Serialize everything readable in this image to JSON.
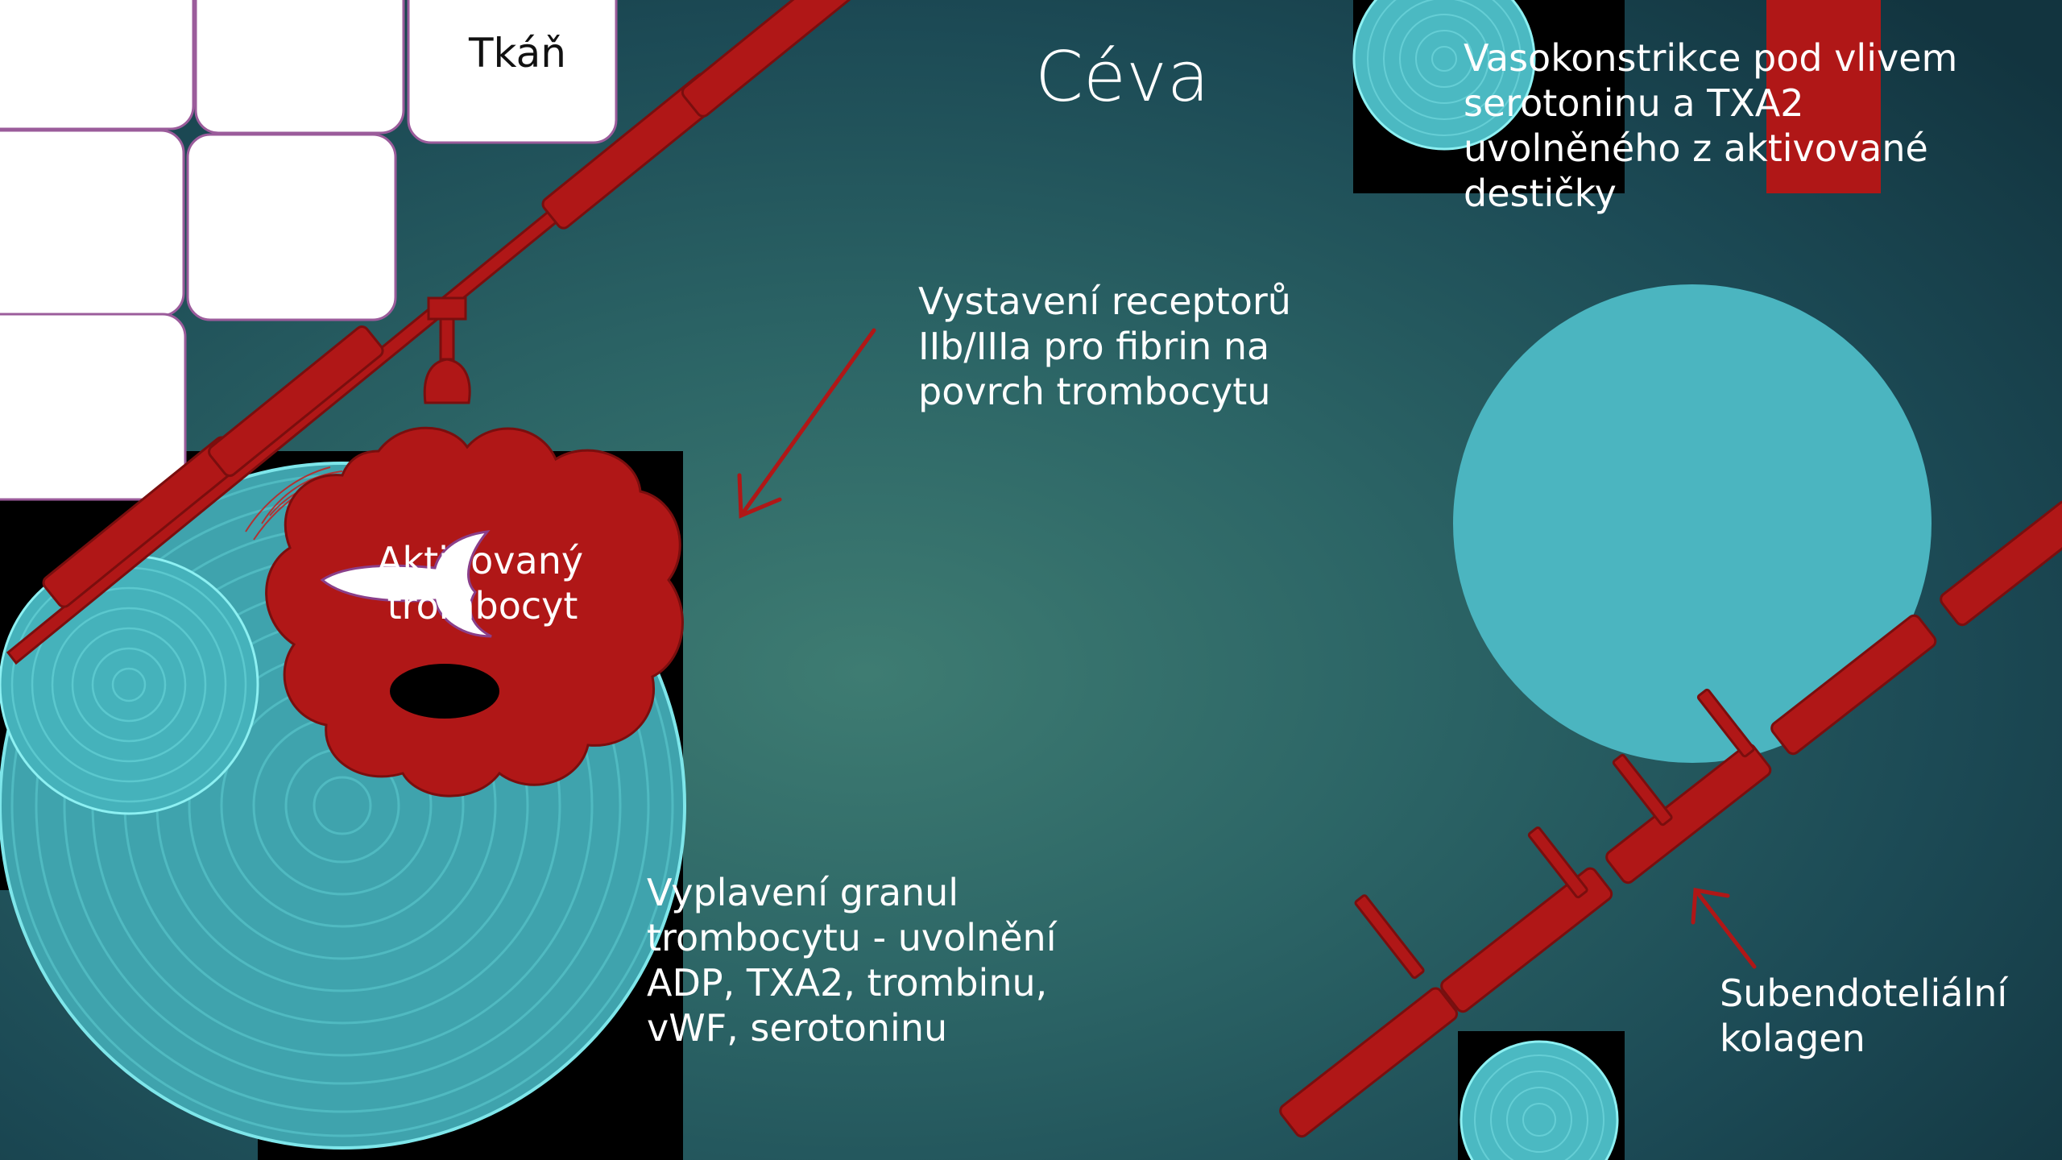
{
  "slide": {
    "title": "Céva",
    "tissue_label": "Tkáň",
    "platelet_label": [
      "Aktivovaný",
      "trombocyt"
    ],
    "vasoconstriction": [
      "Vasokonstrikce pod vlivem",
      "serotoninu a TXA2",
      "uvolněného z aktivované",
      "destičky"
    ],
    "receptors": [
      "Vystavení receptorů",
      "IIb/IIIa pro fibrin na",
      "povrch trombocytu"
    ],
    "granules": [
      "Vyplavení granul",
      "trombocytu - uvolnění",
      "ADP, TXA2, trombinu,",
      "vWF, serotoninu"
    ],
    "collagen": [
      "Subendoteliální",
      "kolagen"
    ]
  },
  "colors": {
    "accent_red": "#b01717",
    "dark_red": "#7a0e0e",
    "cyan": "#4bb5c0",
    "tissue_border": "#9b5c9b",
    "tissue_fill": "#ffffff"
  }
}
